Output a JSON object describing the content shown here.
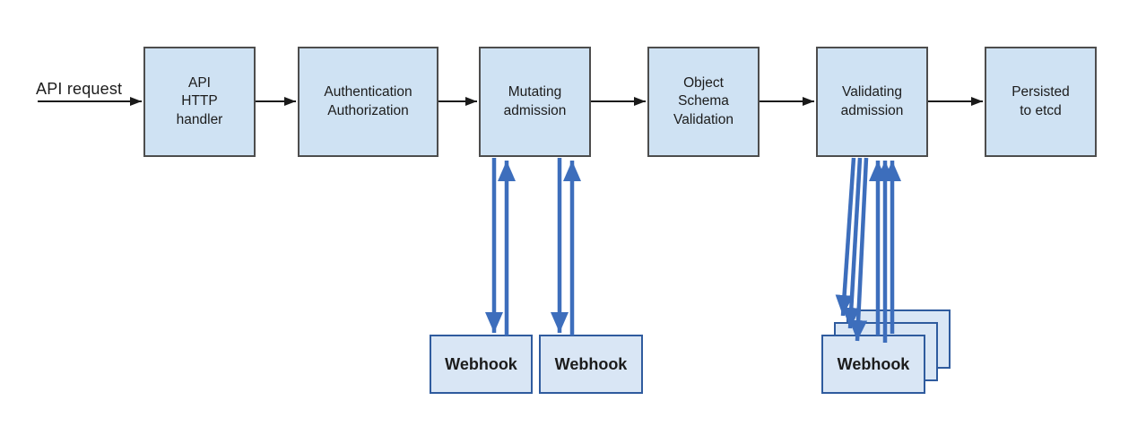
{
  "flow": {
    "input_label": "API request",
    "nodes": [
      {
        "id": "api-http-handler",
        "label": "API\nHTTP\nhandler"
      },
      {
        "id": "authentication-authorization",
        "label": "Authentication\nAuthorization"
      },
      {
        "id": "mutating-admission",
        "label": "Mutating\nadmission"
      },
      {
        "id": "object-schema-validation",
        "label": "Object\nSchema\nValidation"
      },
      {
        "id": "validating-admission",
        "label": "Validating\nadmission"
      },
      {
        "id": "persisted-to-etcd",
        "label": "Persisted\nto etcd"
      }
    ]
  },
  "webhooks": {
    "mutating": [
      "Webhook",
      "Webhook"
    ],
    "validating": [
      "Webhook",
      "Webhook",
      "Webhook"
    ]
  },
  "colors": {
    "node-fill": "#cfe2f3",
    "node-border": "#4d4d4d",
    "webhook-fill": "#d9e6f5",
    "webhook-border": "#2f5b9e",
    "flow-arrow": "#1a1a1a",
    "webhook-arrow": "#3d6ebc",
    "text": "#1c1c1c"
  }
}
